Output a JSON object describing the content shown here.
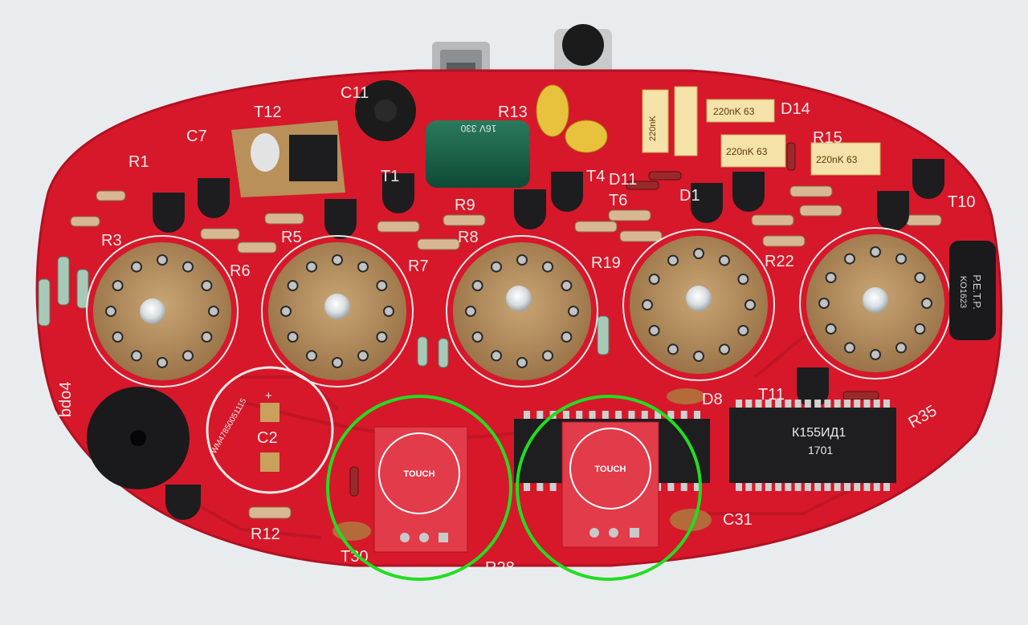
{
  "labels": {
    "R1": "R1",
    "R3": "R3",
    "R5": "R5",
    "R6": "R6",
    "R7": "R7",
    "R8": "R8",
    "R9": "R9",
    "R12": "R12",
    "R13": "R13",
    "R15": "R15",
    "R19": "R19",
    "R22": "R22",
    "R28": "R28",
    "R35": "R35",
    "T1": "T1",
    "T4": "T4",
    "T6": "T6",
    "T10": "T10",
    "T11": "T11",
    "T12": "T12",
    "T30": "T30",
    "C2": "C2",
    "C7": "C7",
    "C11": "C11",
    "C31": "C31",
    "D1": "D1",
    "D8": "D8",
    "D11": "D11",
    "D14": "D14"
  },
  "components": {
    "ic_marking": "К155ИД1",
    "ic_date": "1701",
    "cap_label": "220nK 63",
    "cap_label_2": "220nK",
    "electrolytic_left": "16V 330",
    "electrolytic_right": "P.E.T.P.",
    "electrolytic_right_code": "KO1623",
    "c2_serial": "WM47850051115",
    "touch_module_label": "TOUCH",
    "polarity_plus": "+",
    "side_label": "bdo4"
  },
  "colors": {
    "pcb": "#d6182a",
    "pcb_dark": "#b01222",
    "silkscreen": "#f3e8e8",
    "socket": "#b08a5c",
    "highlight_circle": "#22dd22",
    "background": "#e9ecef"
  }
}
